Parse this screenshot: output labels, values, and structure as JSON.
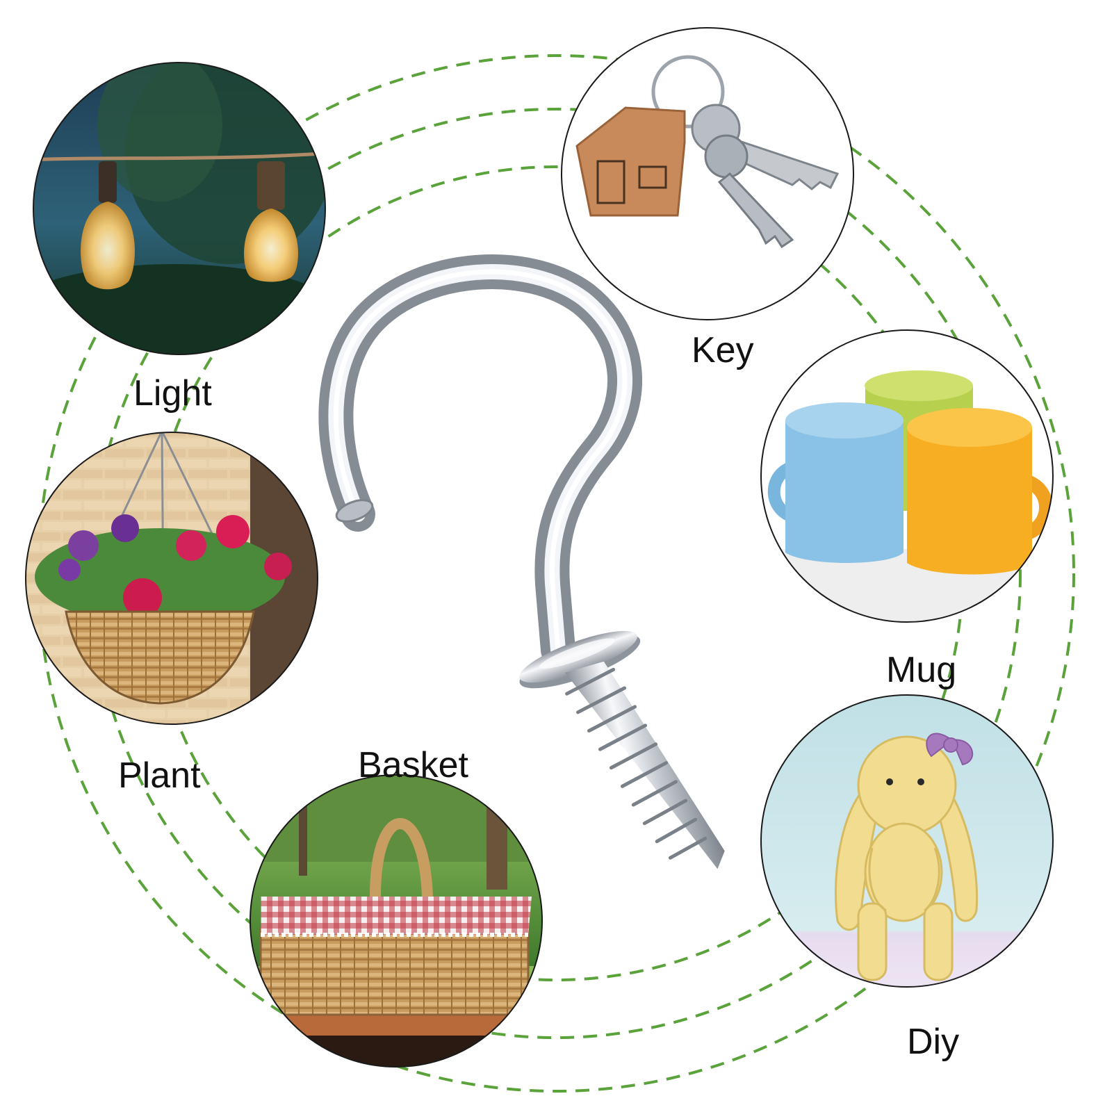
{
  "labels": {
    "light": "Light",
    "key": "Key",
    "mug": "Mug",
    "plant": "Plant",
    "basket": "Basket",
    "diy": "Diy"
  },
  "scenes": [
    {
      "id": "light",
      "subject": "string lights with glowing bulbs at dusk"
    },
    {
      "id": "key",
      "subject": "two keys on a ring with a wooden house keychain"
    },
    {
      "id": "mug",
      "subject": "three mugs in blue, green and yellow"
    },
    {
      "id": "plant",
      "subject": "hanging wicker basket of flowers against a brick wall"
    },
    {
      "id": "basket",
      "subject": "picnic basket with red gingham lining in a park"
    },
    {
      "id": "diy",
      "subject": "yellow crocheted bunny with a purple bow"
    }
  ],
  "colors": {
    "dash_ring": "#5aa23a",
    "circle_border": "#1a1a1a",
    "hook_light": "#f4f5f7",
    "hook_dark": "#8e949c",
    "label_text": "#111111"
  }
}
